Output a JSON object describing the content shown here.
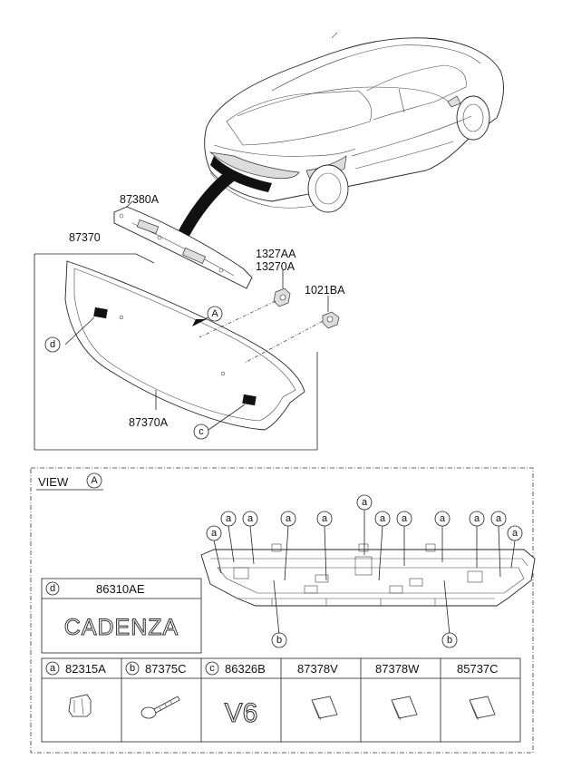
{
  "top_labels": {
    "garnish_upper": "87380A",
    "garnish_assy": "87370",
    "nut_1": "1327AA",
    "nut_2": "13270A",
    "clip": "1021BA",
    "garnish_lower": "87370A"
  },
  "callouts": {
    "view_marker": "A",
    "d": "d",
    "c": "c"
  },
  "view": {
    "title": "VIEW",
    "marker": "A",
    "a": "a",
    "b": "b"
  },
  "legend": {
    "d_key": "d",
    "d_part": "86310AE",
    "emblem_text": "CADENZA",
    "parts": [
      {
        "key": "a",
        "part": "82315A"
      },
      {
        "key": "b",
        "part": "87375C"
      },
      {
        "key": "c",
        "part": "86326B"
      },
      {
        "key": "",
        "part": "87378V"
      },
      {
        "key": "",
        "part": "87378W"
      },
      {
        "key": "",
        "part": "85737C"
      }
    ],
    "v6_text": "V6"
  }
}
